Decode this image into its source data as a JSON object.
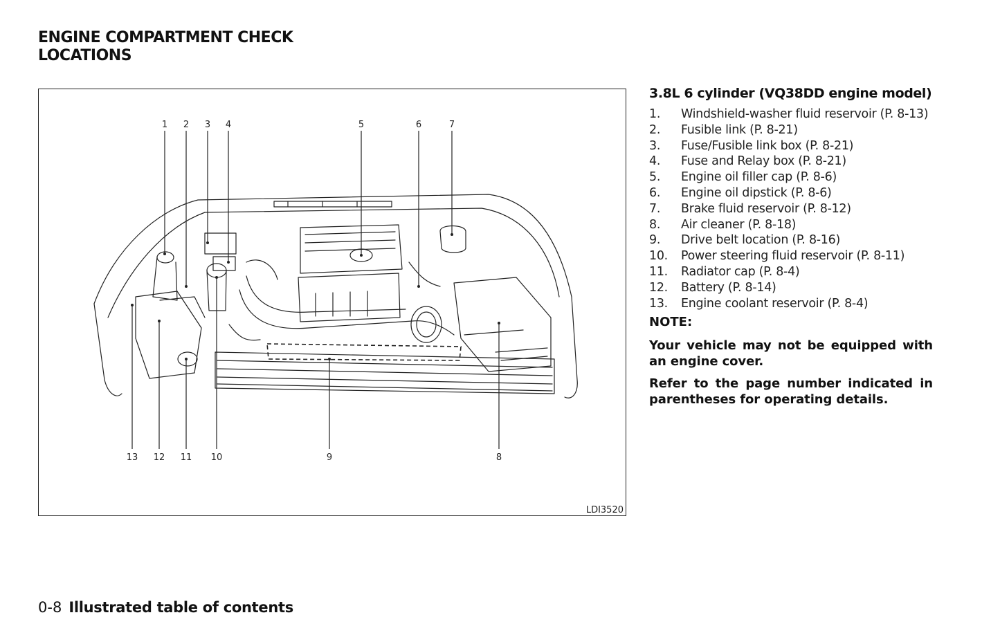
{
  "page_title": [
    "ENGINE COMPARTMENT CHECK",
    "LOCATIONS"
  ],
  "figure": {
    "code": "LDI3520",
    "callouts_top": [
      "1",
      "2",
      "3",
      "4",
      "5",
      "6",
      "7"
    ],
    "callouts_bottom": [
      "13",
      "12",
      "11",
      "10",
      "9",
      "8"
    ]
  },
  "engine_heading": "3.8L 6 cylinder (VQ38DD engine model)",
  "items": [
    {
      "num": "1.",
      "text": "Windshield-washer fluid reservoir (P. 8-13)"
    },
    {
      "num": "2.",
      "text": "Fusible link (P. 8-21)"
    },
    {
      "num": "3.",
      "text": "Fuse/Fusible link box (P. 8-21)"
    },
    {
      "num": "4.",
      "text": "Fuse and Relay box (P. 8-21)"
    },
    {
      "num": "5.",
      "text": "Engine oil filler cap (P. 8-6)"
    },
    {
      "num": "6.",
      "text": "Engine oil dipstick (P. 8-6)"
    },
    {
      "num": "7.",
      "text": "Brake fluid reservoir (P. 8-12)"
    },
    {
      "num": "8.",
      "text": "Air cleaner (P. 8-18)"
    },
    {
      "num": "9.",
      "text": "Drive belt location (P. 8-16)"
    },
    {
      "num": "10.",
      "text": "Power steering fluid reservoir (P. 8-11)"
    },
    {
      "num": "11.",
      "text": "Radiator cap (P. 8-4)"
    },
    {
      "num": "12.",
      "text": "Battery (P. 8-14)"
    },
    {
      "num": "13.",
      "text": "Engine coolant reservoir (P. 8-4)"
    }
  ],
  "note_label": "NOTE:",
  "note_paragraphs": [
    "Your vehicle may not be equipped with an engine cover.",
    "Refer to the page number indicated in parentheses for operating details."
  ],
  "footer": {
    "page_number": "0-8",
    "section": "Illustrated table of contents"
  }
}
